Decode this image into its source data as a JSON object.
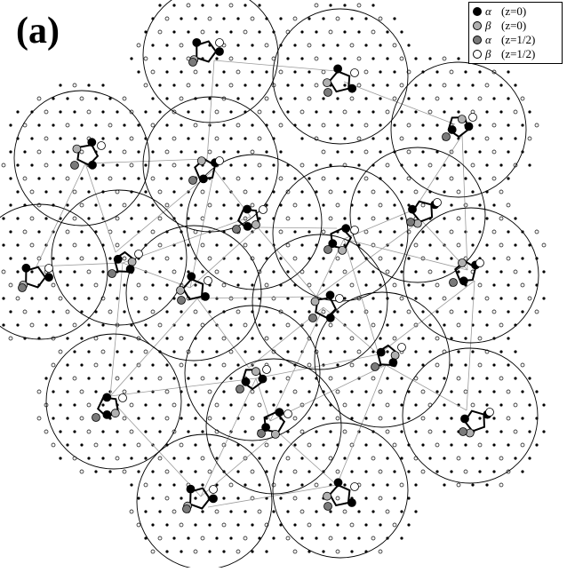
{
  "figure": {
    "panel_label": "(a)"
  },
  "legend": {
    "items": [
      {
        "symbol": "α",
        "z": "(z=0)",
        "fill": "#000000"
      },
      {
        "symbol": "β",
        "z": "(z=0)",
        "fill": "#b0b0b0"
      },
      {
        "symbol": "α",
        "z": "(z=1/2)",
        "fill": "#7a7a7a"
      },
      {
        "symbol": "β",
        "z": "(z=1/2)",
        "fill": "#ffffff"
      }
    ]
  },
  "colors": {
    "circle_stroke": "#000000",
    "link_stroke": "#9a9a9a",
    "cluster_stroke": "#000000"
  }
}
